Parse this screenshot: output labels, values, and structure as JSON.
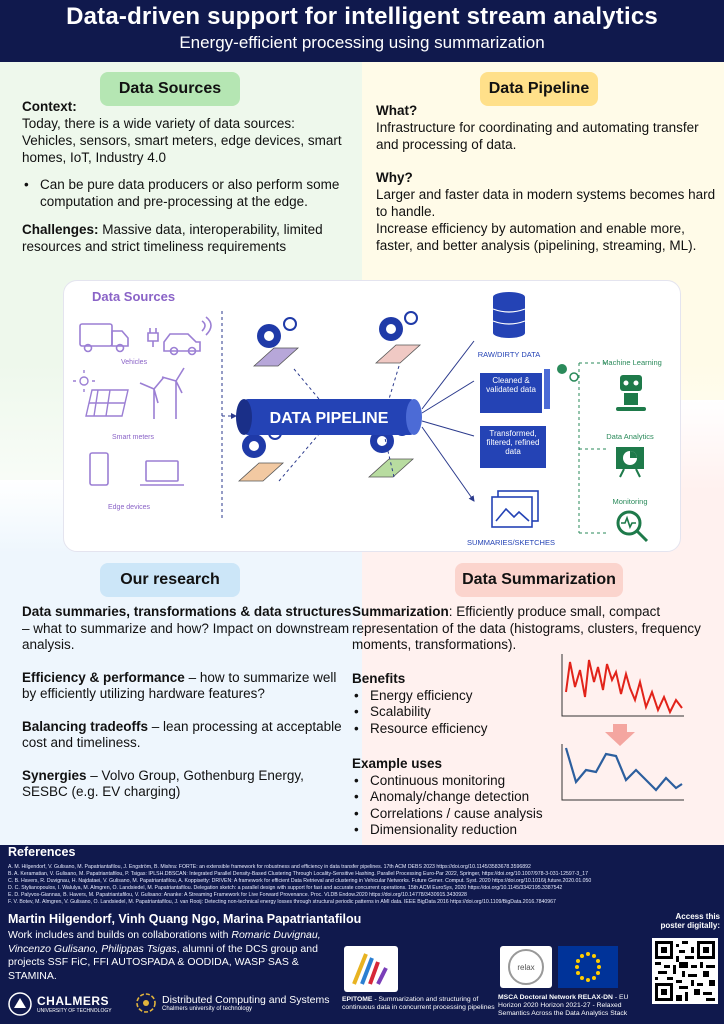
{
  "header": {
    "title": "Data-driven support for intelligent stream analytics",
    "subtitle": "Energy-efficient processing using summarization"
  },
  "sources": {
    "pill": "Data Sources",
    "context_label": "Context:",
    "context_text": "Today, there is a wide variety of data sources: Vehicles, sensors, smart meters, edge devices, smart homes, IoT, Industry 4.0",
    "bullet": "Can be pure data producers or also perform some computation and pre-processing at the edge.",
    "challenges_label": "Challenges:",
    "challenges_text": " Massive data, interoperability, limited resources and strict timeliness requirements"
  },
  "pipeline": {
    "pill": "Data Pipeline",
    "what_label": "What?",
    "what_text": "Infrastructure for coordinating and automating transfer and processing of data.",
    "why_label": "Why?",
    "why_text1": "Larger and faster data in modern systems becomes hard to handle.",
    "why_text2": "Increase efficiency by automation and enable more, faster, and better analysis (pipelining, streaming, ML)."
  },
  "diagram": {
    "sources_title": "Data Sources",
    "vehicles": "Vehicles",
    "smart_meters": "Smart meters",
    "edge_devices": "Edge devices",
    "pipeline_label": "DATA PIPELINE",
    "raw": "RAW/DIRTY DATA",
    "cleaned": "Cleaned & validated data",
    "transformed": "Transformed, filtered, refined data",
    "summaries": "SUMMARIES/SKETCHES",
    "ml": "Machine Learning",
    "analytics": "Data Analytics",
    "monitoring": "Monitoring"
  },
  "research": {
    "pill": "Our research",
    "p1_bold": "Data summaries, transformations & data structures",
    "p1_text": " – what to summarize and how? Impact on downstream analysis.",
    "p2_bold": "Efficiency & performance",
    "p2_text": " – how to summarize well by efficiently utilizing  hardware features?",
    "p3_bold": "Balancing tradeoffs",
    "p3_text": " – lean processing at acceptable cost and timeliness.",
    "p4_bold": "Synergies",
    "p4_text": " – Volvo Group, Gothenburg Energy,  SESBC (e.g. EV charging)"
  },
  "summarization": {
    "pill": "Data Summarization",
    "lead_bold": "Summarization",
    "lead_text": ": Efficiently produce small, compact representation of the data (histograms, clusters, frequency moments, transformations).",
    "benefits_label": "Benefits",
    "benefits": [
      "Energy efficiency",
      "Scalability",
      "Resource efficiency"
    ],
    "uses_label": "Example uses",
    "uses": [
      "Continuous monitoring",
      "Anomaly/change detection",
      "Correlations / cause analysis",
      "Dimensionality reduction"
    ],
    "colors": {
      "red": "#e2231a",
      "blue": "#2c5f9e",
      "arrow": "#f4a6a0"
    }
  },
  "references": {
    "title": "References",
    "lines": [
      "A.   M. Hilgendorf, V. Gulisano, M. Papatriantafilou, J. Engström,  B. Mishra: FORTE: an extensible framework for robustness and efficiency in data transfer pipelines. 17th ACM DEBS 2023 https://doi.org/10.1145/3583678.3596892",
      "B.   A. Keramatian, V. Gulisano, M. Papatriantafilou, P. Tsigas: IPLSH.DBSCAN: Integrated Parallel Density-Based Clustering Through Locality-Sensitive Hashing. Parallel Processing Euro-Par 2022, Springer, https://doi.org/10.1007/978-3-031-12597-3_17",
      "C.   B. Havers, R. Duvignau, H. Najdataei, V. Gulisano, M. Papatriantafilou, A. Koppisetty: DRIVEN: A framework for efficient Data Retrieval and clustering in Vehicular Networks. Future Gener. Comput. Syst. 2020 https://doi.org/10.1016/j.future.2020.01.050",
      "D.   C. Stylianopoulos, I. Walulya, M. Almgren, O. Landsiedel, M. Papatriantafilou. Delegation sketch: a parallel design with support for fast and accurate concurrent operations. 15th ACM EuroSys, 2020   https://doi.org/10.1145/3342195.3387542",
      "E.   D. Palyvos-Giannas, B. Havers, M.  Papatriantafilou, V. Gulisano: Ananke: A Streaming Framework for Live Forward Provenance. Proc. VLDB Endow.2020 https://doi.org/10.14778/3430915.3430928",
      "F.   V. Botev, M. Almgren, V. Gulisano, O. Landsiedel, M. Papatriantafilou, J. van Rooij: Detecting non-technical energy losses through structural periodic patterns in AMI data. IEEE BigData 2016 https://doi.org/10.1109/BigData.2016.7840967"
    ]
  },
  "footer": {
    "authors": "Martin Hilgendorf, Vinh Quang Ngo, Marina Papatriantafilou",
    "work1": "Work includes and builds on collaborations with ",
    "work_italic": "Romaric Duvignau, Vincenzo Gulisano, Philippas Tsigas",
    "work2": ", alumni of the DCS group and projects SSF FiC, FFI AUTOSPADA & OODIDA, WASP SAS & STAMINA.",
    "chalmers": "CHALMERS",
    "chalmers_sub": "UNIVERSITY OF TECHNOLOGY",
    "dcs": "Distributed Computing and Systems",
    "dcs_sub": "Chalmers university of technology",
    "epitome_bold": "EPITOME",
    "epitome_text": " - Summarization and structuring of continuous data in concurrent processing pipelines",
    "relax_bold": "MSCA Doctoral Network RELAX-DN",
    "relax_text": " - EU Horizon 2020 Horizon 2021-27 - Relaxed Semantics Across the Data Analytics Stack",
    "relax_logo": "relax",
    "qr_label": "Access this poster digitally:"
  }
}
